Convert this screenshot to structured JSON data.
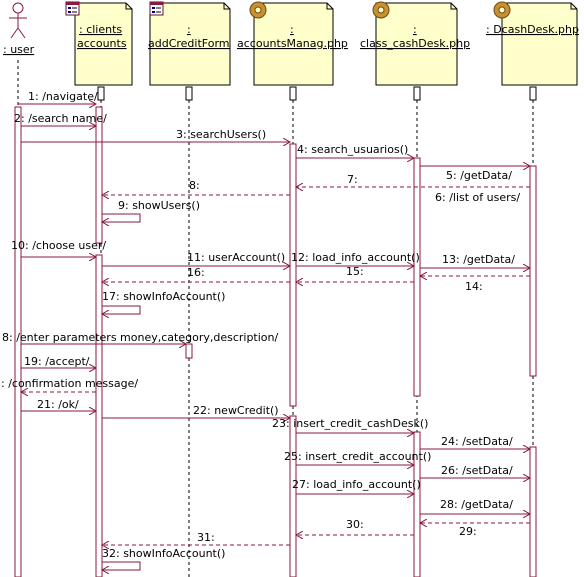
{
  "colors": {
    "message": "#8b1a3c",
    "lifeline": "#000000",
    "note_fill": "#ffffcc",
    "activation_fill": "#ffffff"
  },
  "participants": [
    {
      "id": "user",
      "icon": "actor-icon",
      "lines": [
        ": user"
      ]
    },
    {
      "id": "clients",
      "icon": "form-icon",
      "lines": [
        ": clients",
        "accounts"
      ]
    },
    {
      "id": "credit",
      "icon": "form-icon",
      "lines": [
        ":",
        "addCreditForm"
      ]
    },
    {
      "id": "manag",
      "icon": "gear-icon",
      "lines": [
        ":",
        "accountsManag.php"
      ]
    },
    {
      "id": "cashdesk",
      "icon": "gear-icon",
      "lines": [
        ":",
        "class_cashDesk.php"
      ]
    },
    {
      "id": "db",
      "icon": "gear-icon",
      "lines": [
        ": DcashDesk.php"
      ]
    }
  ],
  "messages": [
    {
      "label": "1: /navigate/",
      "kind": "sync"
    },
    {
      "label": "2: /search name/",
      "kind": "sync"
    },
    {
      "label": "3: searchUsers()",
      "kind": "sync"
    },
    {
      "label": "4: search_usuarios()",
      "kind": "sync"
    },
    {
      "label": "5: /getData/",
      "kind": "sync"
    },
    {
      "label": "6: /list of users/",
      "kind": "note"
    },
    {
      "label": "7:",
      "kind": "return"
    },
    {
      "label": "8:",
      "kind": "return"
    },
    {
      "label": "9: showUsers()",
      "kind": "self"
    },
    {
      "label": "10: /choose user/",
      "kind": "sync"
    },
    {
      "label": "11: userAccount()",
      "kind": "sync"
    },
    {
      "label": "12: load_info_account()",
      "kind": "sync"
    },
    {
      "label": "13: /getData/",
      "kind": "sync"
    },
    {
      "label": "14:",
      "kind": "return"
    },
    {
      "label": "15:",
      "kind": "return"
    },
    {
      "label": "16:",
      "kind": "return"
    },
    {
      "label": "17: showInfoAccount()",
      "kind": "self"
    },
    {
      "label": "8: /enter parameters money,category,description/",
      "kind": "sync"
    },
    {
      "label": "19: /accept/",
      "kind": "sync"
    },
    {
      "label": ": /confirmation message/",
      "kind": "return"
    },
    {
      "label": "21: /ok/",
      "kind": "sync"
    },
    {
      "label": "22: newCredit()",
      "kind": "sync"
    },
    {
      "label": "23: insert_credit_cashDesk()",
      "kind": "sync"
    },
    {
      "label": "24: /setData/",
      "kind": "sync"
    },
    {
      "label": "25: insert_credit_account()",
      "kind": "sync"
    },
    {
      "label": "26: /setData/",
      "kind": "sync"
    },
    {
      "label": "27: load_info_account()",
      "kind": "sync"
    },
    {
      "label": "28: /getData/",
      "kind": "sync"
    },
    {
      "label": "29:",
      "kind": "return"
    },
    {
      "label": "30:",
      "kind": "return"
    },
    {
      "label": "31:",
      "kind": "return"
    },
    {
      "label": "32: showInfoAccount()",
      "kind": "self"
    }
  ]
}
